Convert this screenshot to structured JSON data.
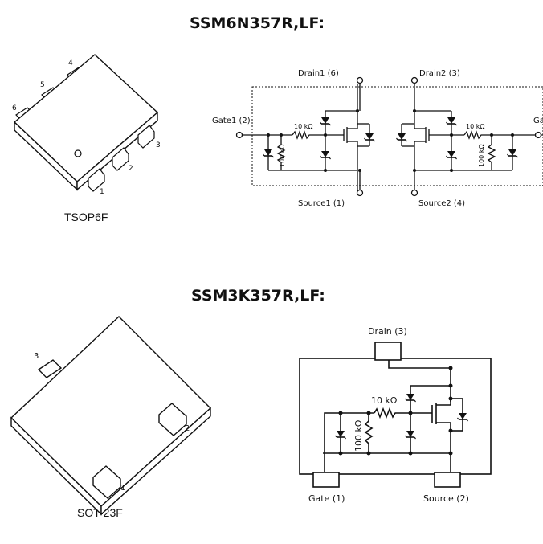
{
  "part1": {
    "title": "SSM6N357R,LF:",
    "package_label": "TSOP6F",
    "pins": [
      "1",
      "2",
      "3",
      "4",
      "5",
      "6"
    ],
    "circuit": {
      "drain1": "Drain1 (6)",
      "drain2": "Drain2 (3)",
      "gate1": "Gate1 (2)",
      "gate2": "Ga",
      "source1": "Source1 (1)",
      "source2": "Source2 (4)",
      "r_series_left": "10 kΩ",
      "r_shunt_left": "100 kΩ",
      "r_series_right": "10 kΩ",
      "r_shunt_right": "100 kΩ"
    }
  },
  "part2": {
    "title": "SSM3K357R,LF:",
    "package_label": "SOT-23F",
    "pins": [
      "3",
      "2",
      "1"
    ],
    "circuit": {
      "drain": "Drain (3)",
      "gate": "Gate (1)",
      "source": "Source (2)",
      "r_series": "10 kΩ",
      "r_shunt": "100 kΩ"
    }
  }
}
